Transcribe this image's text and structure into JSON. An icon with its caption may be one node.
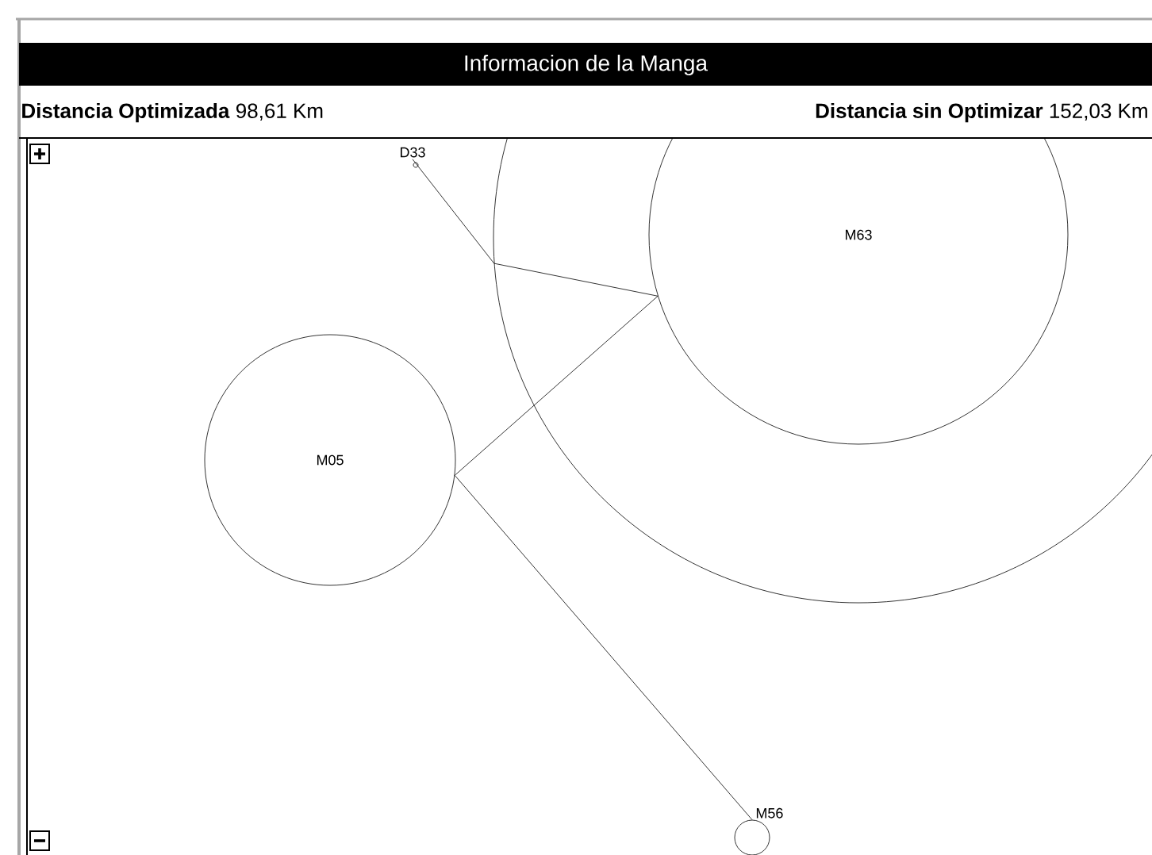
{
  "diagram": {
    "title": "Informacion de la Manga",
    "nodes": [
      {
        "text": [
          "D33"
        ]
      },
      {
        "text": [],
        "shape": "circle"
      },
      {
        "text": [
          "M63"
        ],
        "in": 1
      },
      {
        "text": [
          "M05"
        ]
      },
      {
        "text": [
          "M56"
        ]
      }
    ],
    "edges": [
      {
        "from": 0,
        "to": 1,
        "arrow": "none"
      },
      {
        "from": 1,
        "to": 2,
        "arrow": "none"
      },
      {
        "from": 2,
        "to": 3,
        "arrow": "none"
      },
      {
        "from": 3,
        "to": 4,
        "arrow": "none"
      }
    ],
    "labels": [
      "**Distancia Optimizada** 98,61 Km",
      "**Distancia sin Optimizar** 152,03 Km"
    ]
  }
}
